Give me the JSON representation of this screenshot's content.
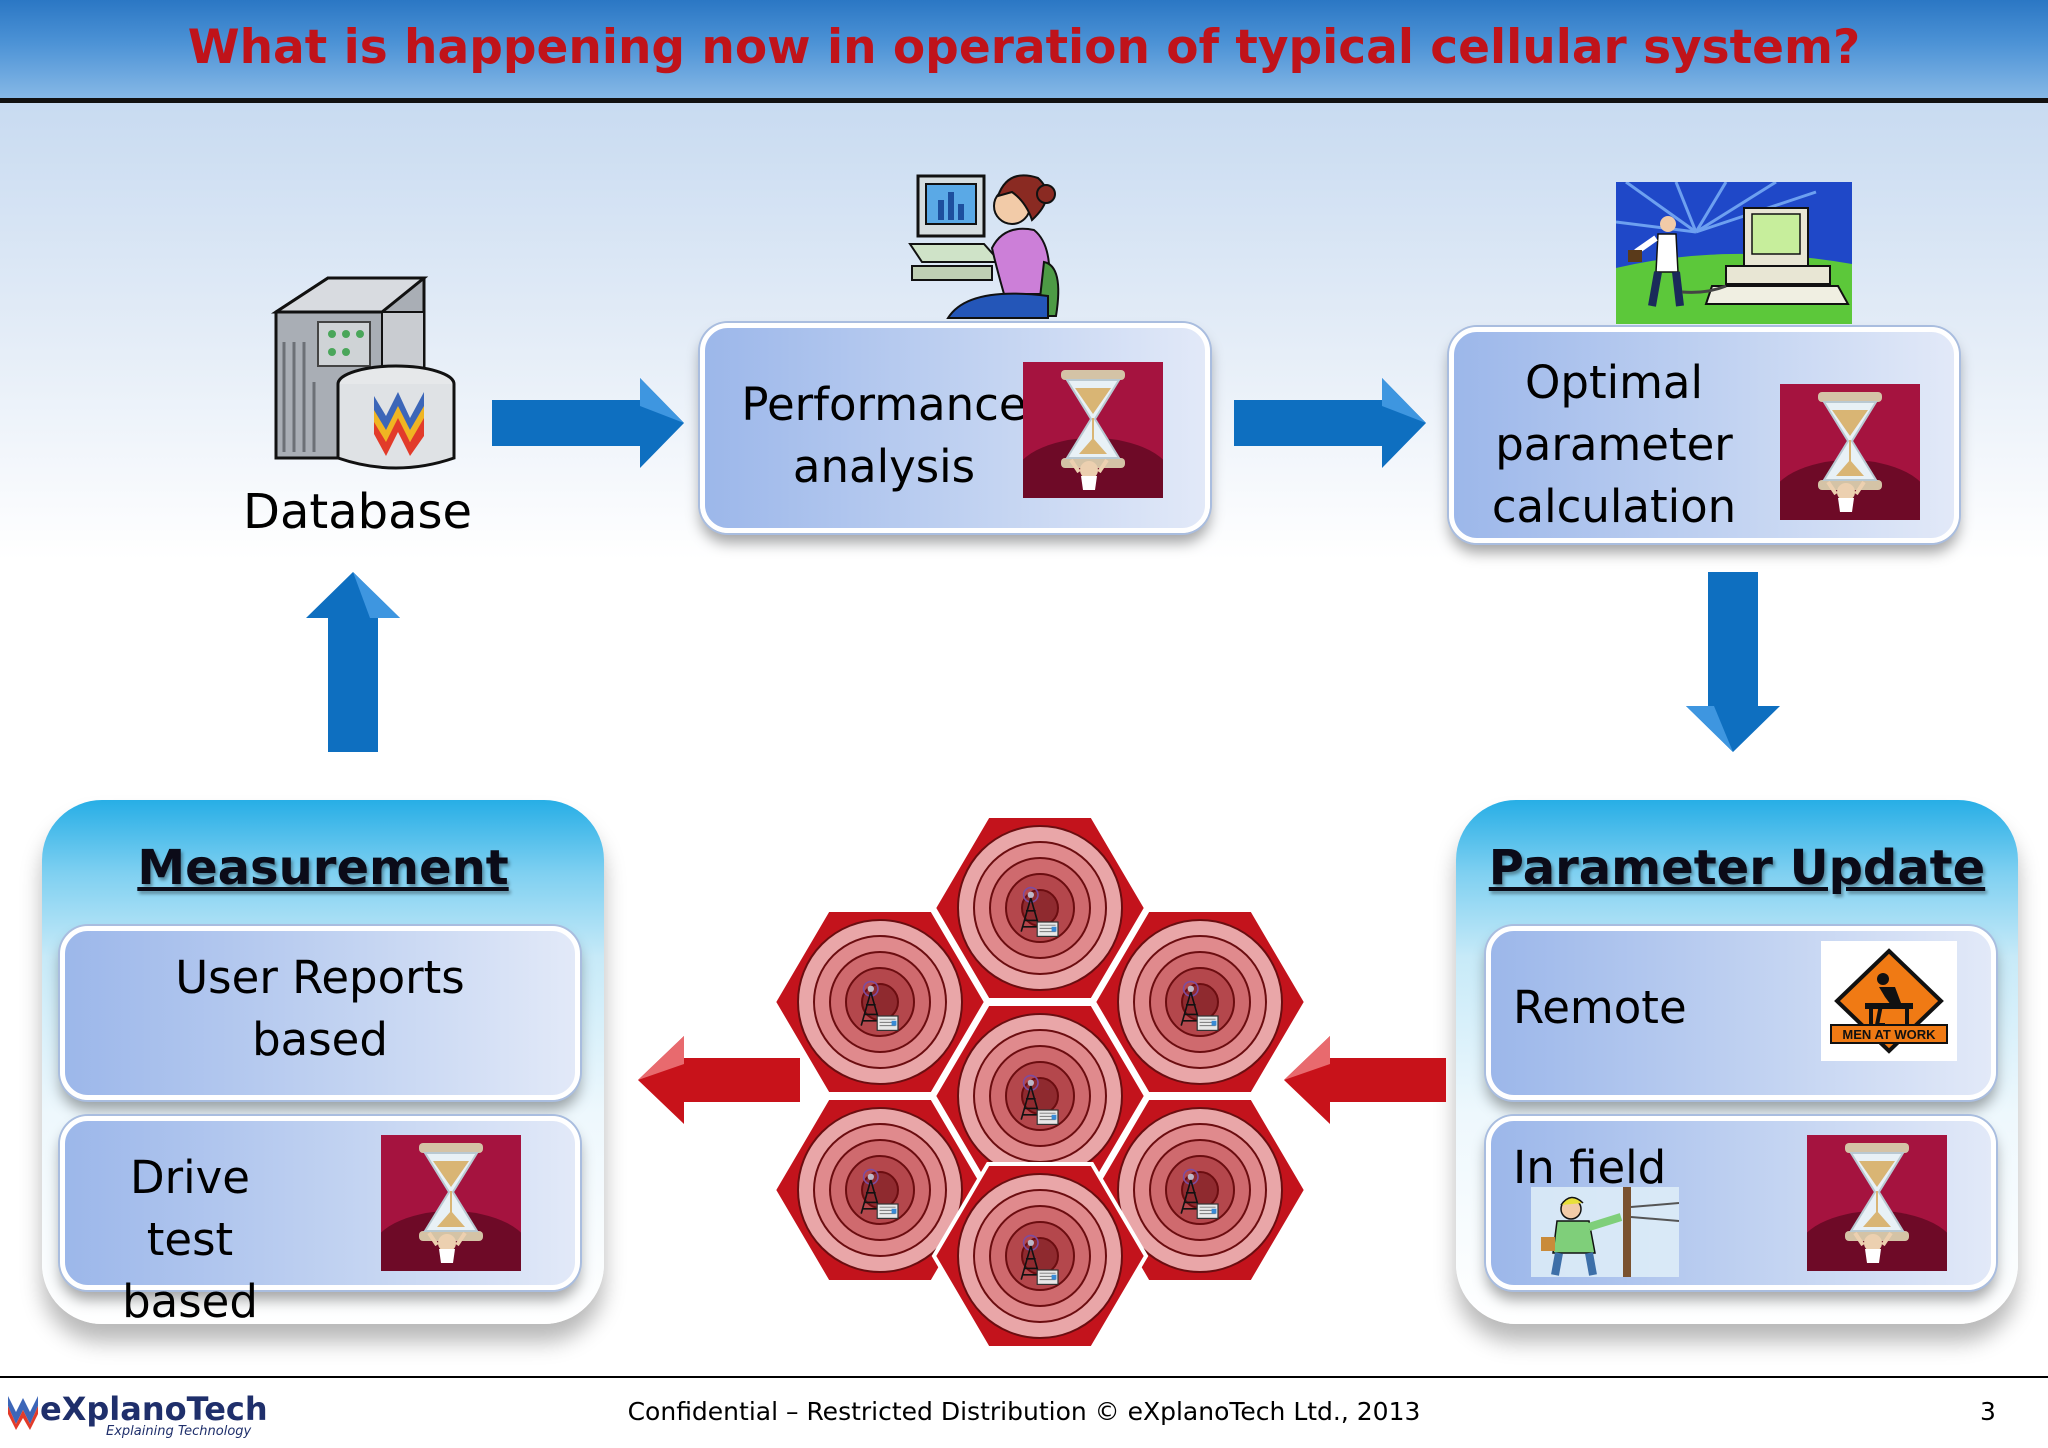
{
  "title": "What is happening now in operation of typical cellular system?",
  "nodes": {
    "database": "Database",
    "performance": [
      "Performance",
      "analysis"
    ],
    "optimal": [
      "Optimal",
      "parameter",
      "calculation"
    ]
  },
  "measurement": {
    "title": "Measurement",
    "user_reports": [
      "User Reports",
      "based"
    ],
    "drive_test": [
      "Drive test",
      "based"
    ]
  },
  "parameter_update": {
    "title": "Parameter Update",
    "remote": "Remote",
    "in_field": "In field",
    "sign_text": "MEN AT WORK"
  },
  "footer": {
    "brand": "eXplanoTech",
    "tagline": "Explaining Technology",
    "confidential": "Confidential – Restricted Distribution © eXplanoTech Ltd., 2013",
    "page": "3"
  },
  "colors": {
    "title": "#c0131a",
    "arrow_blue": "#0e6fc0",
    "arrow_red": "#c8121a",
    "cell_red": "#c3131c"
  },
  "icons": [
    "hourglass-icon",
    "server-database-icon",
    "person-computer-icon",
    "businessman-computer-icon",
    "men-at-work-sign-icon",
    "field-worker-icon",
    "cell-tower-icon"
  ]
}
